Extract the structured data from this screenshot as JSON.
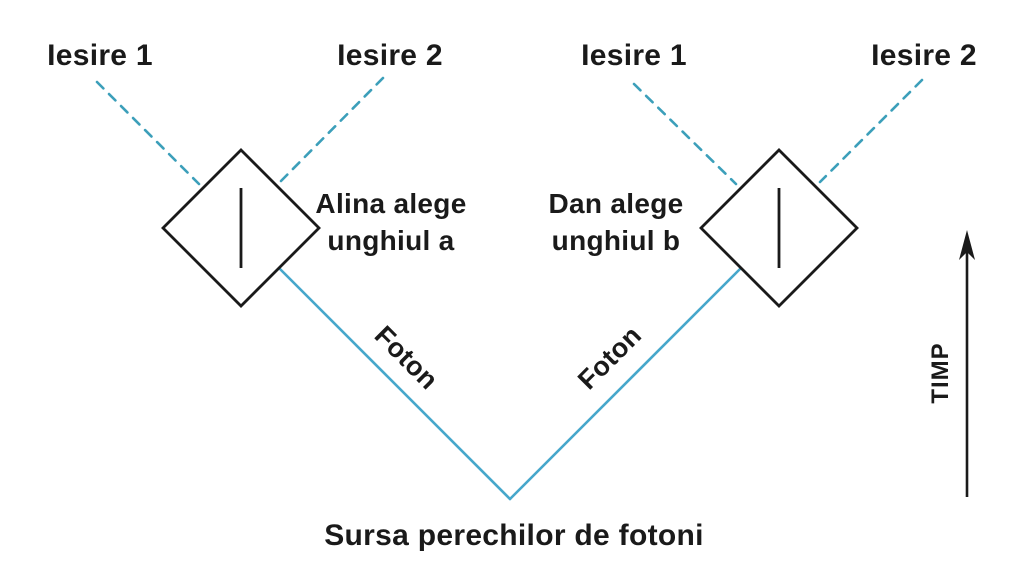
{
  "diagram": {
    "colors": {
      "ink": "#1a1a1a",
      "photon_line": "#46a7cb",
      "output_dashed": "#3c9fba"
    },
    "left_detector": {
      "output1_label": "Iesire 1",
      "output2_label": "Iesire 2",
      "chooser_line1": "Alina alege",
      "chooser_line2": "unghiul a",
      "photon_label": "Foton"
    },
    "right_detector": {
      "output1_label": "Iesire 1",
      "output2_label": "Iesire 2",
      "chooser_line1": "Dan alege",
      "chooser_line2": "unghiul b",
      "photon_label": "Foton"
    },
    "source_label": "Sursa perechilor de fotoni",
    "time_axis_label": "TIMP"
  }
}
